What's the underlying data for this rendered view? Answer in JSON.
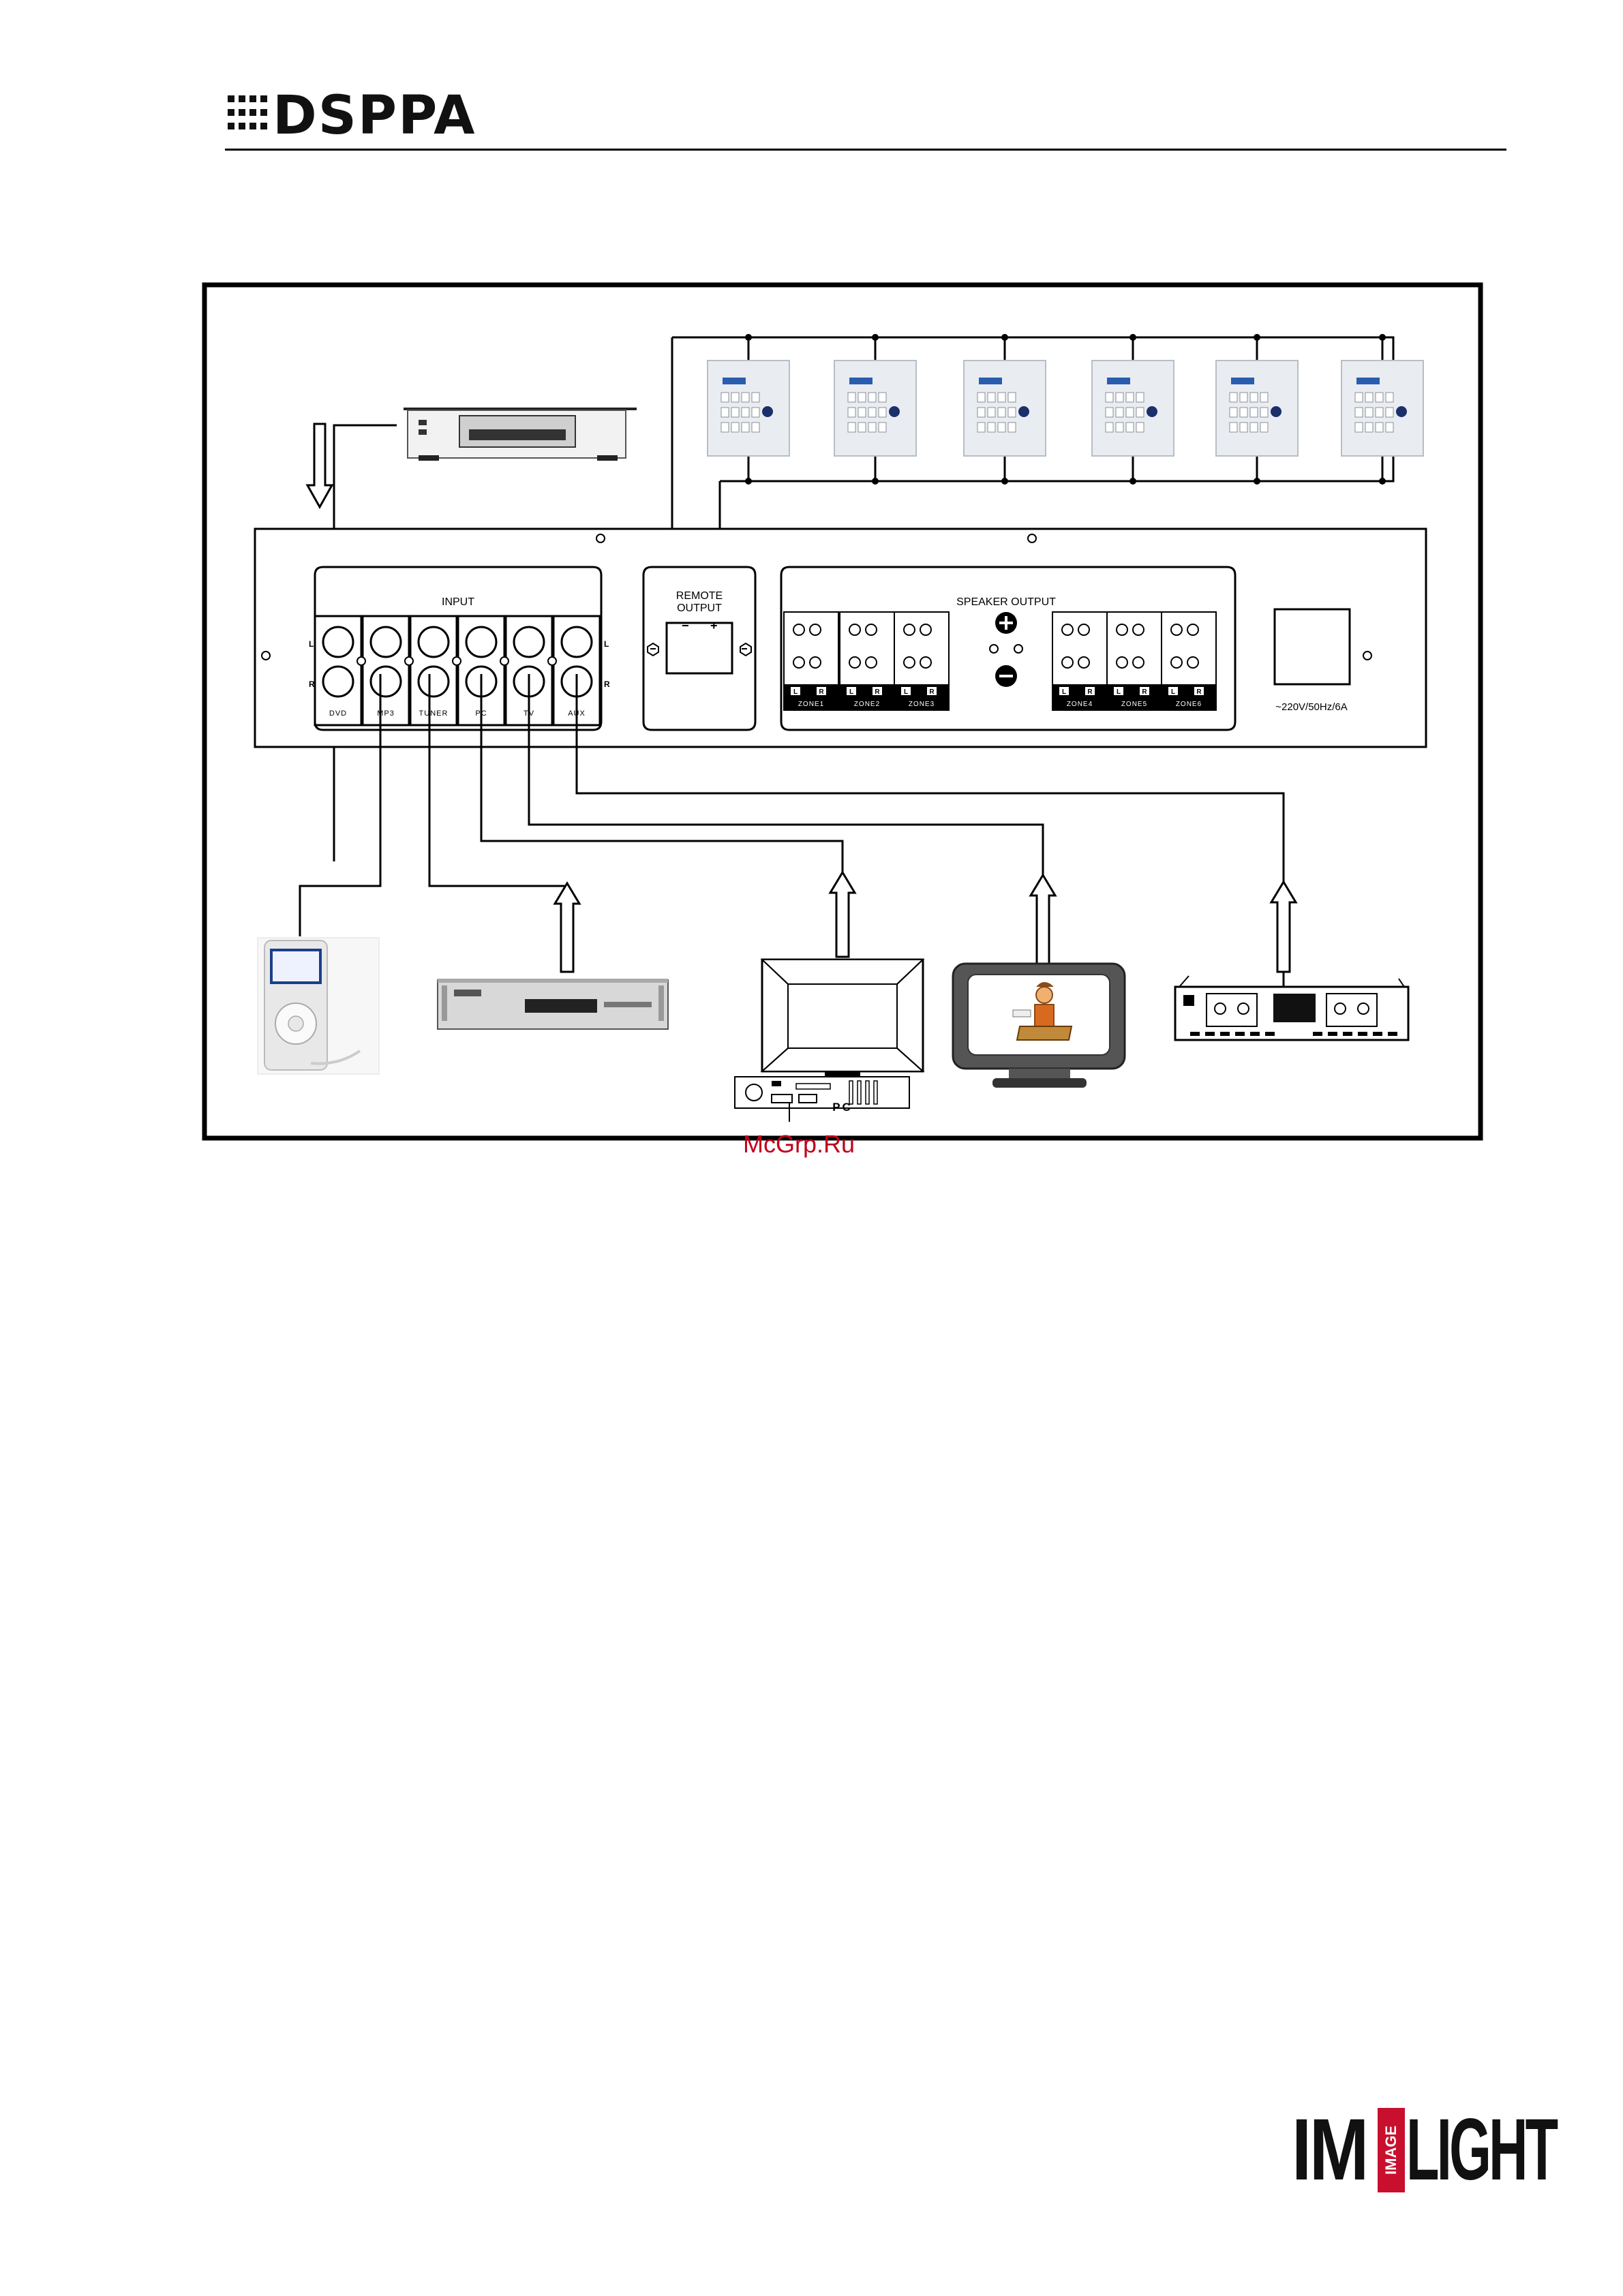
{
  "header": {
    "logo_text": "DSPPA"
  },
  "diagram": {
    "input_panel": {
      "title": "INPUT",
      "channels": [
        "DVD",
        "MP3",
        "TUNER",
        "PC",
        "TV",
        "AUX"
      ],
      "left_mark": "L",
      "right_mark": "R"
    },
    "remote_output": {
      "title_line1": "REMOTE",
      "title_line2": "OUTPUT",
      "minus": "−",
      "plus": "+"
    },
    "speaker_output": {
      "title": "SPEAKER OUTPUT",
      "zones": [
        "ZONE1",
        "ZONE2",
        "ZONE3",
        "ZONE4",
        "ZONE5",
        "ZONE6"
      ],
      "l": "L",
      "r": "R"
    },
    "power": {
      "label": "~220V/50Hz/6A"
    },
    "pc_label": "PC"
  },
  "watermark": "McGrp.Ru",
  "footer": {
    "brand_left": "IM",
    "brand_vertical": "IMAGE",
    "brand_right": "LIGHT"
  }
}
